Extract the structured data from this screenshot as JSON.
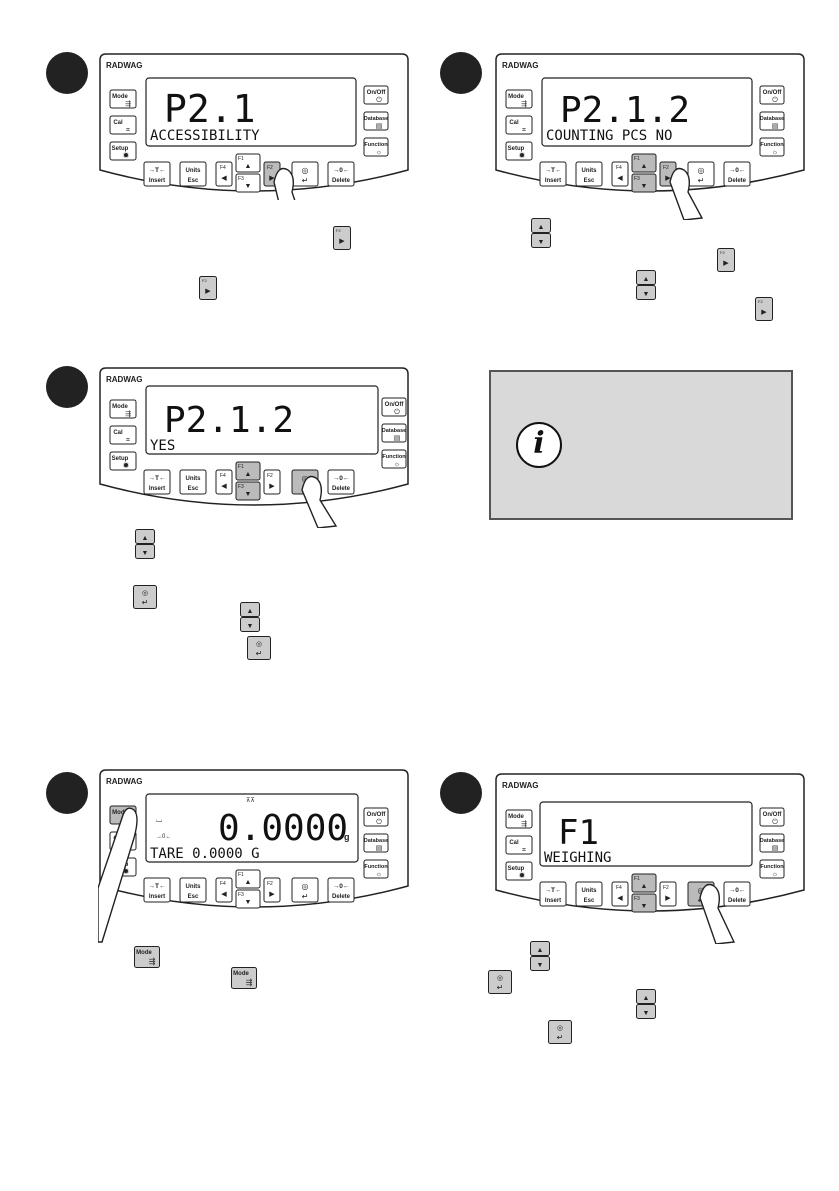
{
  "brand": "RADWAG",
  "keys": {
    "mode": "Mode",
    "cal": "Cal",
    "setup": "Setup",
    "onoff": "On/Off",
    "database": "Database",
    "function": "Function",
    "tare_top": "→T←",
    "tare_bottom": "Insert",
    "units_top": "Units",
    "units_bottom": "Esc",
    "zero_top": "→0←",
    "zero_bottom": "Delete",
    "f1": "F1",
    "f2": "F2",
    "f3": "F3",
    "f4": "F4"
  },
  "panels": [
    {
      "main": "P2.1",
      "sub": "ACCESSIBILITY"
    },
    {
      "main": "P2.1.2",
      "sub": "COUNTING PCS NO"
    },
    {
      "main": "P2.1.2",
      "sub": "YES"
    },
    {
      "main": "0.0000",
      "unit": "g",
      "sub": "TARE 0.0000 G",
      "indicator": "⊼⊼"
    },
    {
      "main": "F1",
      "sub": "WEIGHING"
    }
  ]
}
